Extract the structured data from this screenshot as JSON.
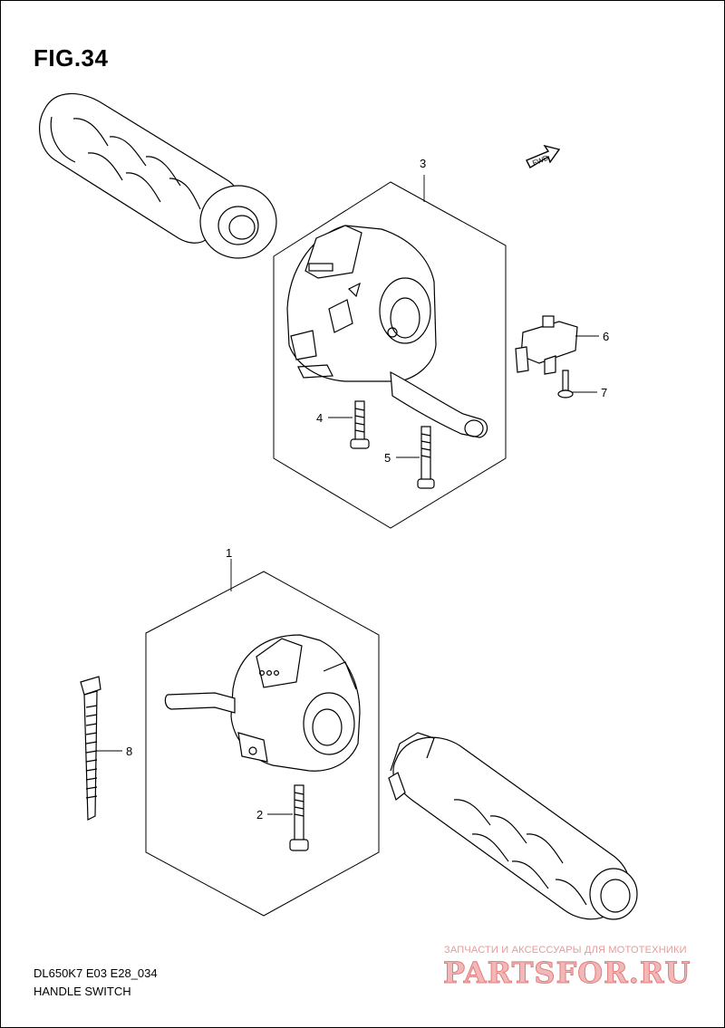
{
  "figure": {
    "title": "FIG.34"
  },
  "arrow_label": "FWD",
  "callouts": [
    {
      "id": "3",
      "text": "3"
    },
    {
      "id": "6",
      "text": "6"
    },
    {
      "id": "7",
      "text": "7"
    },
    {
      "id": "4",
      "text": "4"
    },
    {
      "id": "5",
      "text": "5"
    },
    {
      "id": "1",
      "text": "1"
    },
    {
      "id": "8",
      "text": "8"
    },
    {
      "id": "2",
      "text": "2"
    }
  ],
  "footer": {
    "model_code": "DL650K7 E03 E28_034",
    "section_name": "HANDLE SWITCH"
  },
  "watermark": {
    "tagline": "ЗАПЧАСТИ И АКСЕССУАРЫ ДЛЯ МОТОТЕХНИКИ",
    "logo": "PARTSFOR.RU"
  }
}
